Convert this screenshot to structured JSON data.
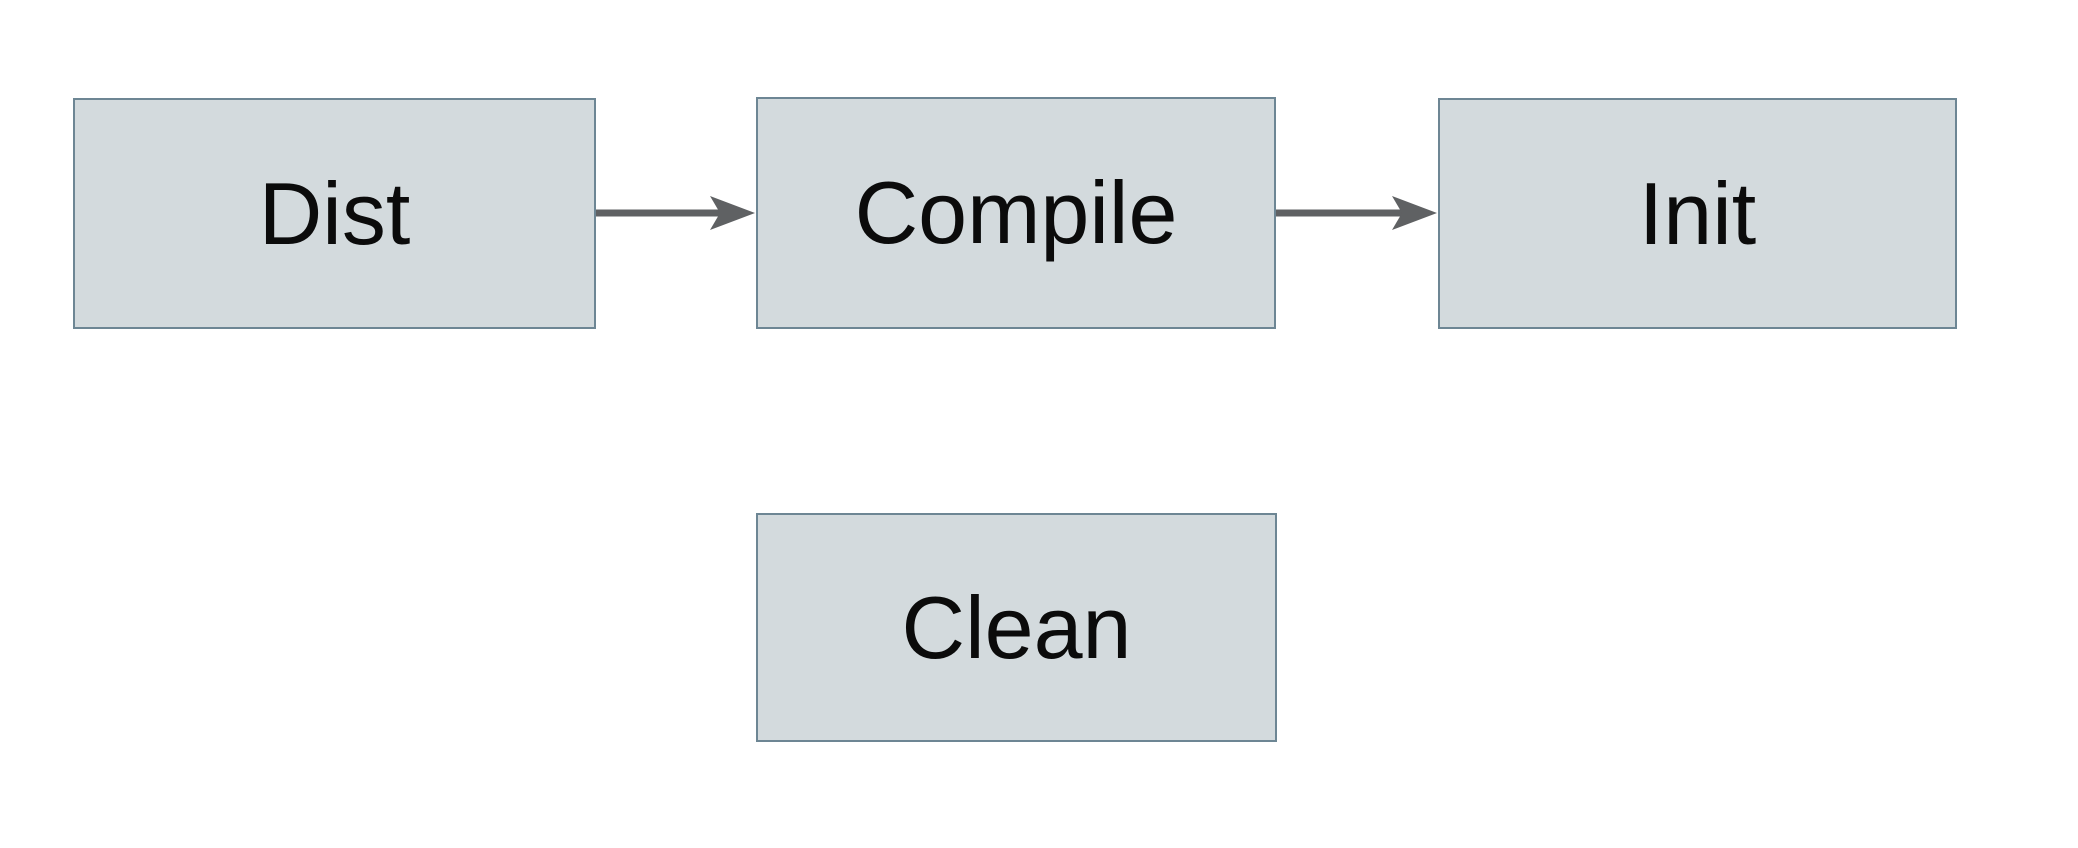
{
  "diagram": {
    "title": "build-targets-flowchart",
    "background_color": "#ffffff",
    "node_fill_color": "#d3dadd",
    "node_border_color": "#6d8694",
    "arrow_color": "#5f6163",
    "text_color": "#0b0b0b",
    "nodes": [
      {
        "id": "dist",
        "label": "Dist"
      },
      {
        "id": "compile",
        "label": "Compile"
      },
      {
        "id": "init",
        "label": "Init"
      },
      {
        "id": "clean",
        "label": "Clean"
      }
    ],
    "edges": [
      {
        "from": "Dist",
        "to": "Compile",
        "style": "arrow"
      },
      {
        "from": "Compile",
        "to": "Init",
        "style": "arrow"
      }
    ]
  }
}
